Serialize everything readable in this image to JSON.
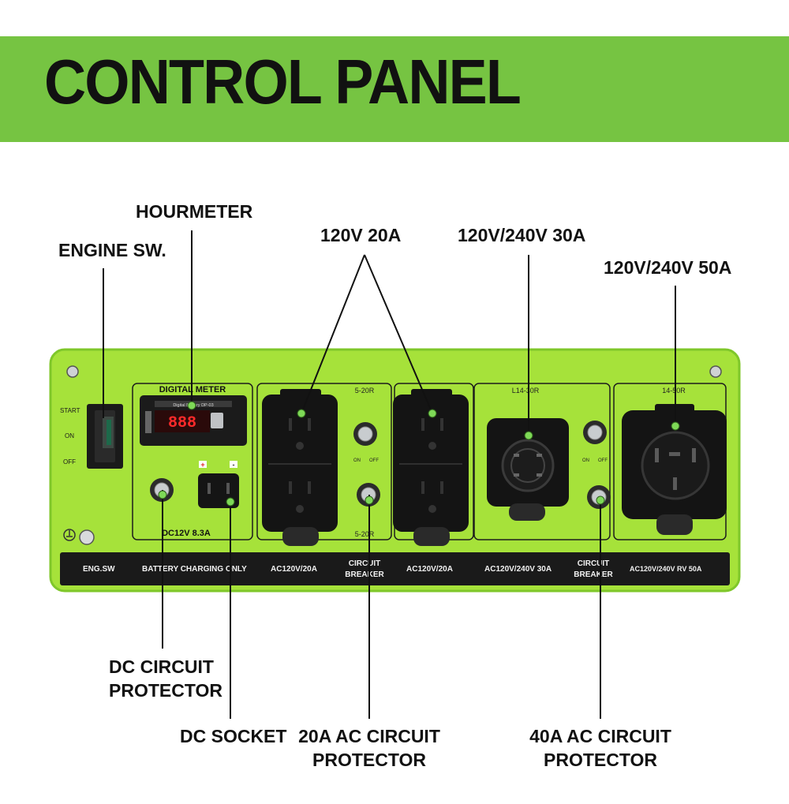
{
  "title": "CONTROL PANEL",
  "callouts": {
    "hourmeter": "HOURMETER",
    "engine_sw": "ENGINE SW.",
    "outlet_20a": "120V 20A",
    "outlet_30a": "120V/240V 30A",
    "outlet_50a": "120V/240V 50A",
    "dc_protector_line1": "DC CIRCUIT",
    "dc_protector_line2": "PROTECTOR",
    "dc_socket": "DC SOCKET",
    "ac20_protector_line1": "20A AC CIRCUIT",
    "ac20_protector_line2": "PROTECTOR",
    "ac40_protector_line1": "40A AC CIRCUIT",
    "ac40_protector_line2": "PROTECTOR"
  },
  "panel": {
    "switch_labels": {
      "start": "START",
      "on": "ON",
      "off": "OFF"
    },
    "digital_meter": "DIGITAL METER",
    "meter_sub": "Digital Battery DP-03",
    "meter_reading": "888",
    "dc_rating": "DC12V 8.3A",
    "outlet_codes": {
      "r20_top": "5-20R",
      "r20_bottom": "5-20R",
      "l14": "L14-30R",
      "r14": "14-50R"
    },
    "breaker_labels": {
      "on": "ON",
      "off": "OFF"
    },
    "bottom_strip": {
      "eng_sw": "ENG.SW",
      "battery": "BATTERY CHARGING ONLY",
      "ac120_1": "AC120V/20A",
      "breaker1_l1": "CIRCUIT",
      "breaker1_l2": "BREAKER",
      "ac120_2": "AC120V/20A",
      "ac240_30": "AC120V/240V 30A",
      "breaker2_l1": "CIRCUIT",
      "breaker2_l2": "BREAKER",
      "ac240_50": "AC120V/240V RV 50A"
    }
  },
  "colors": {
    "banner_green": "#76c442",
    "panel_green": "#a6e23a",
    "panel_border": "#7fc72a",
    "dark": "#111111",
    "outlet_black": "#141414",
    "marker_green": "#7ed957",
    "meter_red": "#ff2a2a"
  }
}
